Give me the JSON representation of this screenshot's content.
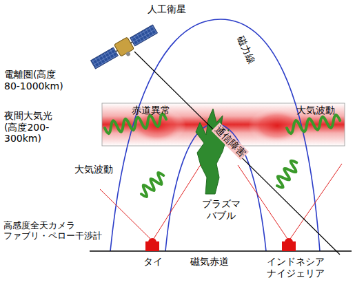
{
  "diagram": {
    "labels": [
      "人工衛星",
      "磁力線",
      "電離圏(高度 80-1000km)",
      "夜間大気光 (高度200- 300km)",
      "赤道異常",
      "大気波動",
      "通信障害",
      "大気波動",
      "プラズマ バブル",
      "高感度全天カメラ ファブリ・ペロー干渉計",
      "タイ",
      "磁気赤道",
      "インドネシア ナイジェリア"
    ]
  }
}
